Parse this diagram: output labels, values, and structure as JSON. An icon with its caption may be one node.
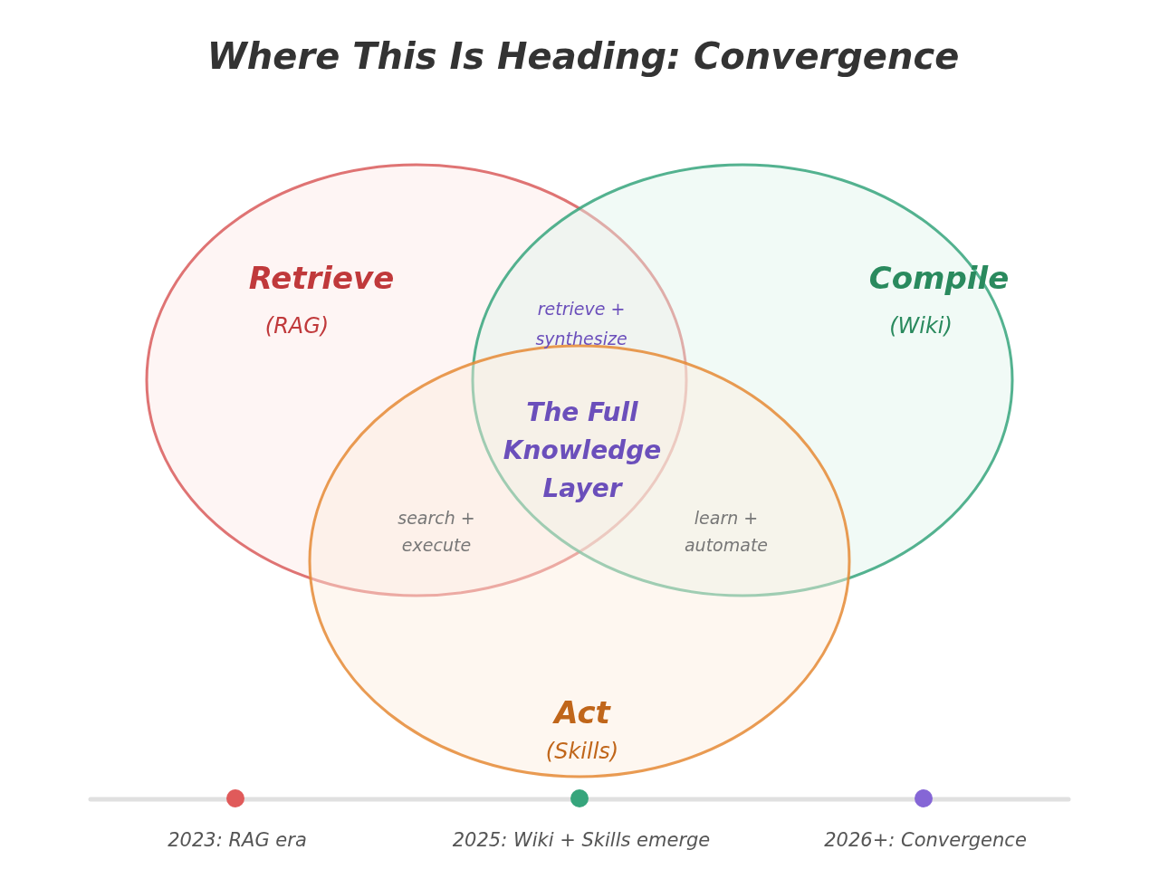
{
  "diagram": {
    "title": "Where This Is Heading: Convergence",
    "nodes": [
      {
        "text": [
          "Retrieve",
          "(RAG)"
        ]
      },
      {
        "text": [
          "Compile",
          "(Wiki)"
        ]
      },
      {
        "text": [
          "Act",
          "(Skills)"
        ]
      }
    ],
    "labels": [
      "retrieve + synthesize",
      "The Full Knowledge Layer",
      "search + execute",
      "learn + automate",
      "2023: RAG era",
      "2025: Wiki + Skills emerge",
      "2026+: Convergence"
    ]
  }
}
